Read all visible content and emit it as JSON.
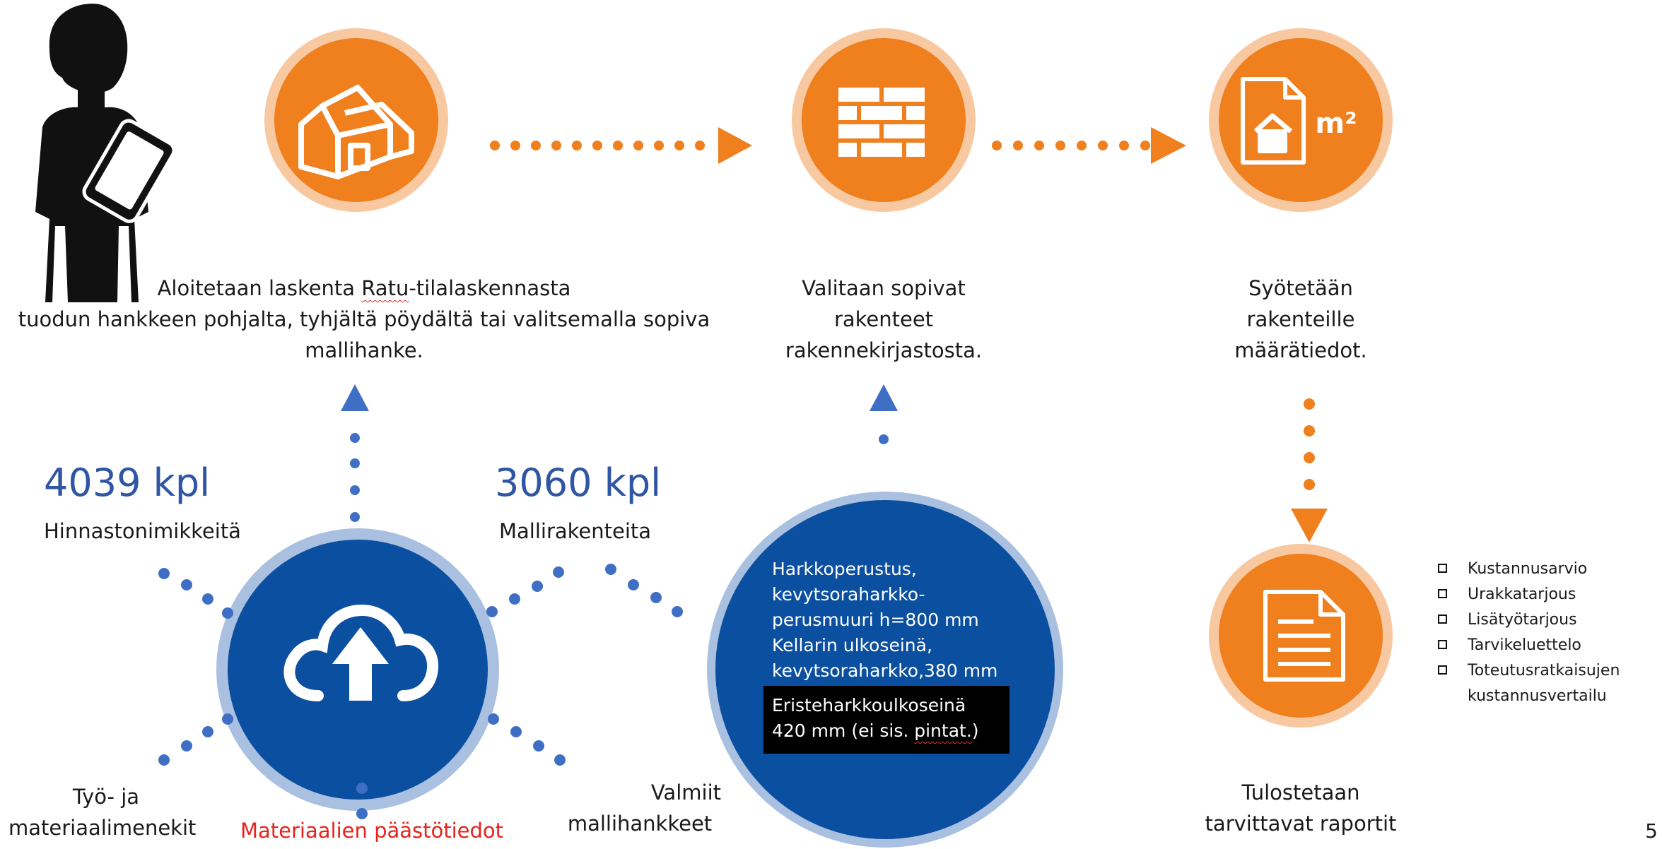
{
  "steps": {
    "start": {
      "line1_pre": "Aloitetaan laskenta ",
      "line1_squiggle": "Ratu",
      "line1_post": "-tilalaskennasta",
      "line2": "tuodun hankkeen pohjalta, tyhjältä pöydältä tai valitsemalla sopiva",
      "line3": "mallihanke."
    },
    "select": {
      "line1": "Valitaan sopivat",
      "line2": "rakenteet",
      "line3": "rakennekirjastosta."
    },
    "enter": {
      "line1": "Syötetään",
      "line2": "rakenteille",
      "line3": "määrätiedot."
    },
    "print": {
      "line1": "Tulostetaan",
      "line2": "tarvittavat raportit"
    }
  },
  "m2_label": "m²",
  "stats": {
    "items": {
      "count": "4039 kpl",
      "label": "Hinnastonimikkeitä"
    },
    "models": {
      "count": "3060 kpl",
      "label": "Mallirakenteita"
    }
  },
  "sources": {
    "labor_line1": "Työ- ja",
    "labor_line2": "materiaalimenekit",
    "emissions": "Materiaalien päästötiedot",
    "ready_line1": "Valmiit",
    "ready_line2": "mallihankkeet"
  },
  "structure_examples": {
    "lines": [
      "Harkkoperustus,",
      "kevytsoraharkko-",
      "perusmuuri h=800 mm",
      "Kellarin ulkoseinä,",
      "kevytsoraharkko,380 mm"
    ],
    "box_line1": "Eristeharkkoulkoseinä",
    "box_line2_pre": "420 mm (ei sis. ",
    "box_line2_squiggle": "pintat.",
    "box_line2_post": ")"
  },
  "reports": [
    "Kustannusarvio",
    "Urakkatarjous",
    "Lisätyötarjous",
    "Tarvikeluettelo",
    "Toteutusratkaisujen",
    "kustannusvertailu"
  ],
  "page_number": "5",
  "colors": {
    "orange": "#f07f1d",
    "orange_ring": "#f8c8a0",
    "blue": "#0b4fa0",
    "blue_ring": "#a9c0e0",
    "dot_blue": "#3f6fc4",
    "heading_blue": "#2f55a4",
    "red": "#e8231c"
  },
  "icons": [
    "person-with-tablet-icon",
    "house-icon",
    "brick-wall-icon",
    "floorplan-document-icon",
    "cloud-upload-icon",
    "report-document-icon"
  ]
}
